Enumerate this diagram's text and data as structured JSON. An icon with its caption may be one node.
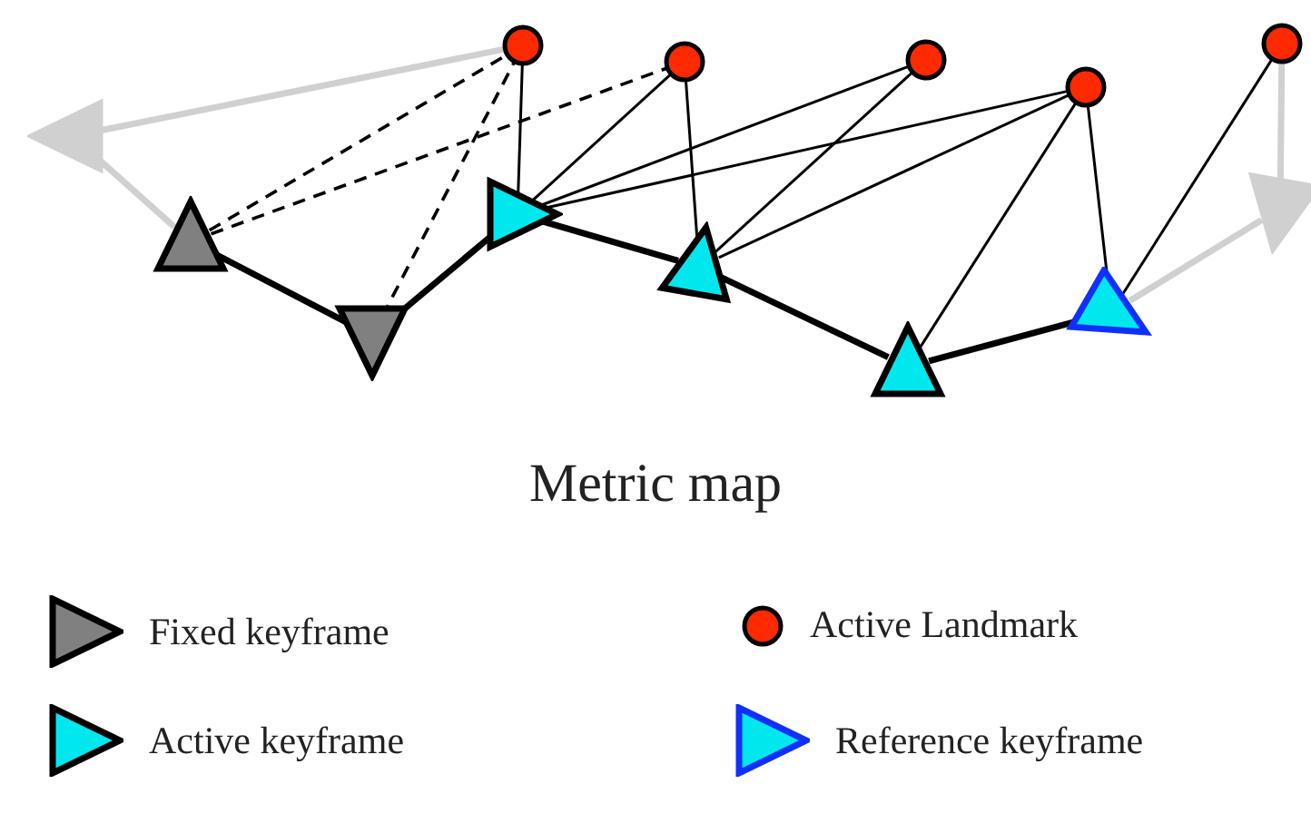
{
  "diagram": {
    "caption": "Metric map",
    "nodes": [
      {
        "text": [],
        "shape": "circle"
      },
      {
        "text": [],
        "shape": "circle"
      },
      {
        "text": [],
        "shape": "circle"
      },
      {
        "text": [],
        "shape": "circle"
      },
      {
        "text": [],
        "shape": "circle"
      },
      {
        "text": [],
        "shape": "triangle"
      },
      {
        "text": [],
        "shape": "triangle"
      },
      {
        "text": [],
        "shape": "triangle"
      },
      {
        "text": [],
        "shape": "triangle"
      },
      {
        "text": [],
        "shape": "triangle"
      },
      {
        "text": [],
        "shape": "triangle"
      },
      {
        "text": [],
        "shape": "triangle"
      },
      {
        "text": [],
        "shape": "triangle"
      }
    ],
    "edges": [
      {
        "from": 5,
        "to": 0,
        "arrow": "none",
        "color": "#d0d0d0",
        "style": "thick"
      },
      {
        "from": 5,
        "to": 6,
        "arrow": "none",
        "color": "#d0d0d0",
        "style": "thick"
      },
      {
        "from": 6,
        "to": 7,
        "arrow": "none",
        "style": "thick"
      },
      {
        "from": 7,
        "to": 8,
        "arrow": "none",
        "style": "thick"
      },
      {
        "from": 8,
        "to": 9,
        "arrow": "none",
        "style": "thick"
      },
      {
        "from": 9,
        "to": 10,
        "arrow": "none",
        "style": "thick"
      },
      {
        "from": 10,
        "to": 11,
        "arrow": "none",
        "style": "thick"
      },
      {
        "from": 11,
        "to": 12,
        "arrow": "none",
        "color": "#d0d0d0",
        "style": "thick"
      },
      {
        "from": 12,
        "to": 4,
        "arrow": "none",
        "color": "#d0d0d0",
        "style": "thick"
      },
      {
        "from": 6,
        "to": 0,
        "arrow": "none",
        "style": "dashed"
      },
      {
        "from": 6,
        "to": 1,
        "arrow": "none",
        "style": "dashed"
      },
      {
        "from": 7,
        "to": 0,
        "arrow": "none",
        "style": "dashed"
      },
      {
        "from": 8,
        "to": 0,
        "arrow": "none"
      },
      {
        "from": 8,
        "to": 1,
        "arrow": "none"
      },
      {
        "from": 8,
        "to": 2,
        "arrow": "none"
      },
      {
        "from": 8,
        "to": 3,
        "arrow": "none"
      },
      {
        "from": 9,
        "to": 1,
        "arrow": "none"
      },
      {
        "from": 9,
        "to": 2,
        "arrow": "none"
      },
      {
        "from": 9,
        "to": 3,
        "arrow": "none"
      },
      {
        "from": 10,
        "to": 3,
        "arrow": "none"
      },
      {
        "from": 11,
        "to": 3,
        "arrow": "none"
      },
      {
        "from": 11,
        "to": 4,
        "arrow": "none"
      }
    ],
    "legend": [
      {
        "text": "Fixed keyframe",
        "color": "#808080"
      },
      {
        "text": "Active Landmark",
        "color": "#ff2a00"
      },
      {
        "text": "Active keyframe",
        "color": "#00e8ee"
      },
      {
        "text": "Reference keyframe"
      }
    ]
  }
}
